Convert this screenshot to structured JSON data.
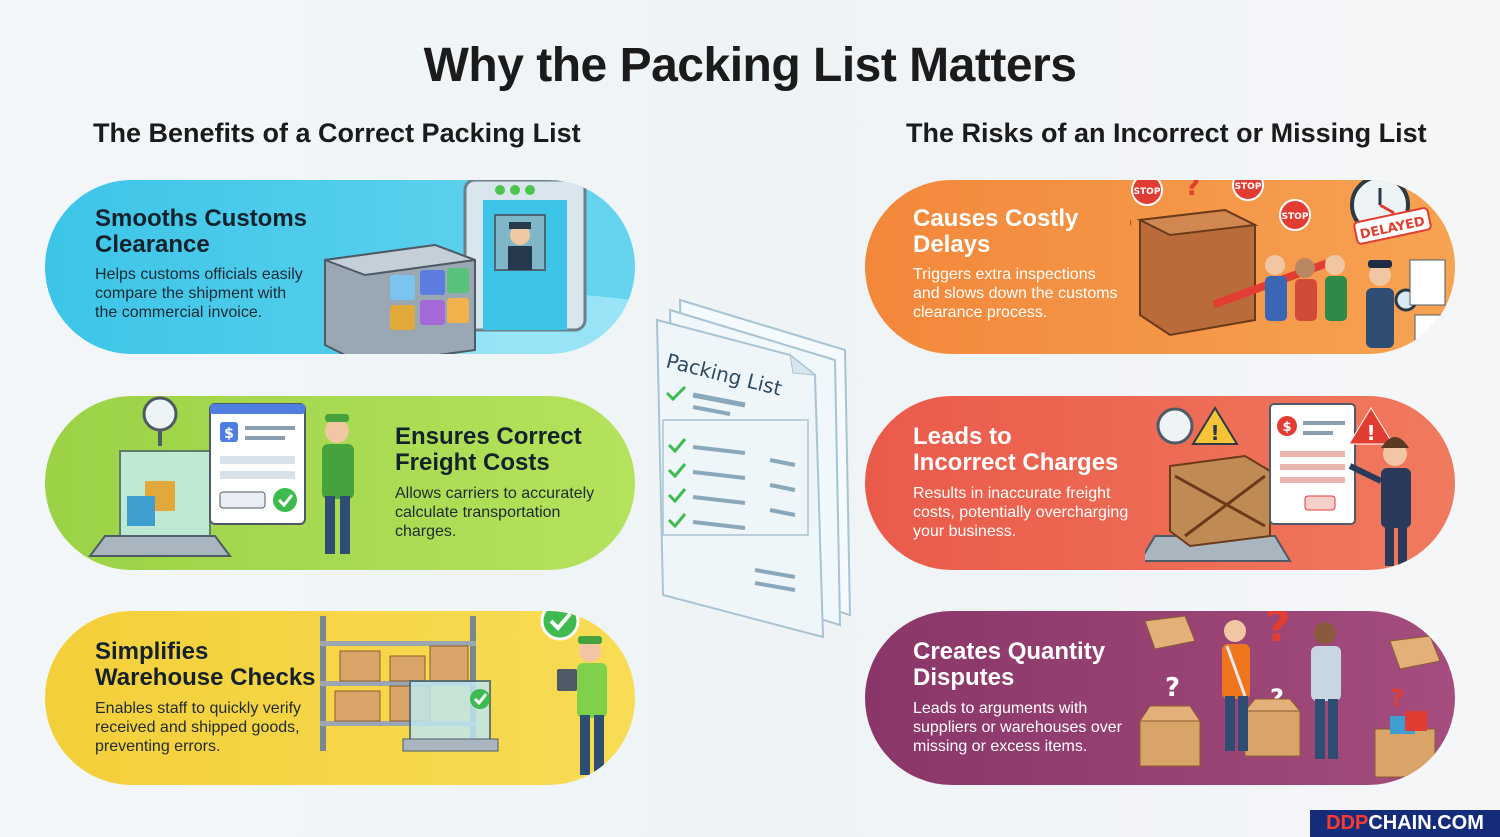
{
  "title": "Why the Packing List Matters",
  "benefits": {
    "heading": "The Benefits of a Correct Packing List",
    "items": [
      {
        "title": "Smooths Customs Clearance",
        "title_l1": "Smooths Customs",
        "title_l2": "Clearance",
        "desc_l1": "Helps customs officials easily",
        "desc_l2": "compare the shipment with",
        "desc_l3": "the commercial invoice.",
        "color": "#3fc7e6"
      },
      {
        "title": "Ensures Correct Freight Costs",
        "title_l1": "Ensures Correct",
        "title_l2": "Freight Costs",
        "desc_l1": "Allows carriers to accurately",
        "desc_l2": "calculate transportation",
        "desc_l3": "charges.",
        "color": "#9ed64a"
      },
      {
        "title": "Simplifies Warehouse Checks",
        "title_l1": "Simplifies",
        "title_l2": "Warehouse Checks",
        "desc_l1": "Enables staff to quickly verify",
        "desc_l2": "received and shipped goods,",
        "desc_l3": "preventing errors.",
        "color": "#f6d23e"
      }
    ]
  },
  "risks": {
    "heading": "The Risks of an Incorrect or Missing List",
    "items": [
      {
        "title": "Causes Costly Delays",
        "title_l1": "Causes Costly",
        "title_l2": "Delays",
        "desc_l1": "Triggers extra inspections",
        "desc_l2": "and slows down the customs",
        "desc_l3": "clearance process.",
        "color": "#f28c3c"
      },
      {
        "title": "Leads to Incorrect Charges",
        "title_l1": "Leads to",
        "title_l2": "Incorrect Charges",
        "desc_l1": "Results in inaccurate freight",
        "desc_l2": "costs, potentially overcharging",
        "desc_l3": "your business.",
        "color": "#eb6450"
      },
      {
        "title": "Creates Quantity Disputes",
        "title_l1": "Creates Quantity",
        "title_l2": "Disputes",
        "desc_l1": "Leads to arguments with",
        "desc_l2": "suppliers or warehouses over",
        "desc_l3": "missing or excess items.",
        "color": "#8e3a6d"
      }
    ]
  },
  "center_document": {
    "label": "Packing List"
  },
  "illustration_text": {
    "stop": "STOP",
    "delayed": "DELAYED",
    "dollar": "$",
    "question": "?",
    "warning": "!"
  },
  "brand": {
    "part1": "DDP",
    "part2": "CHAIN.COM"
  }
}
